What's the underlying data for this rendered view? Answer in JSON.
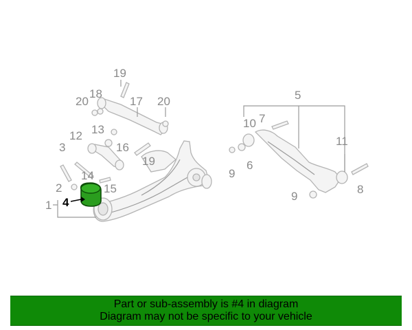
{
  "callouts": {
    "c1": "1",
    "c2": "2",
    "c3": "3",
    "c4": "4",
    "c5": "5",
    "c6": "6",
    "c7": "7",
    "c8": "8",
    "c9a": "9",
    "c9b": "9",
    "c10": "10",
    "c11": "11",
    "c12": "12",
    "c13": "13",
    "c14": "14",
    "c15": "15",
    "c16": "16",
    "c17": "17",
    "c18": "18",
    "c19a": "19",
    "c19b": "19",
    "c20a": "20",
    "c20b": "20"
  },
  "highlight_part": "4",
  "colors": {
    "banner_bg": "#0f8a07",
    "highlight_part": "#2a9d1e",
    "lines": "#b4b4b4"
  },
  "banner": {
    "line1": "Part or sub-assembly is #4 in diagram",
    "line2": "Diagram may not be specific to your vehicle"
  }
}
